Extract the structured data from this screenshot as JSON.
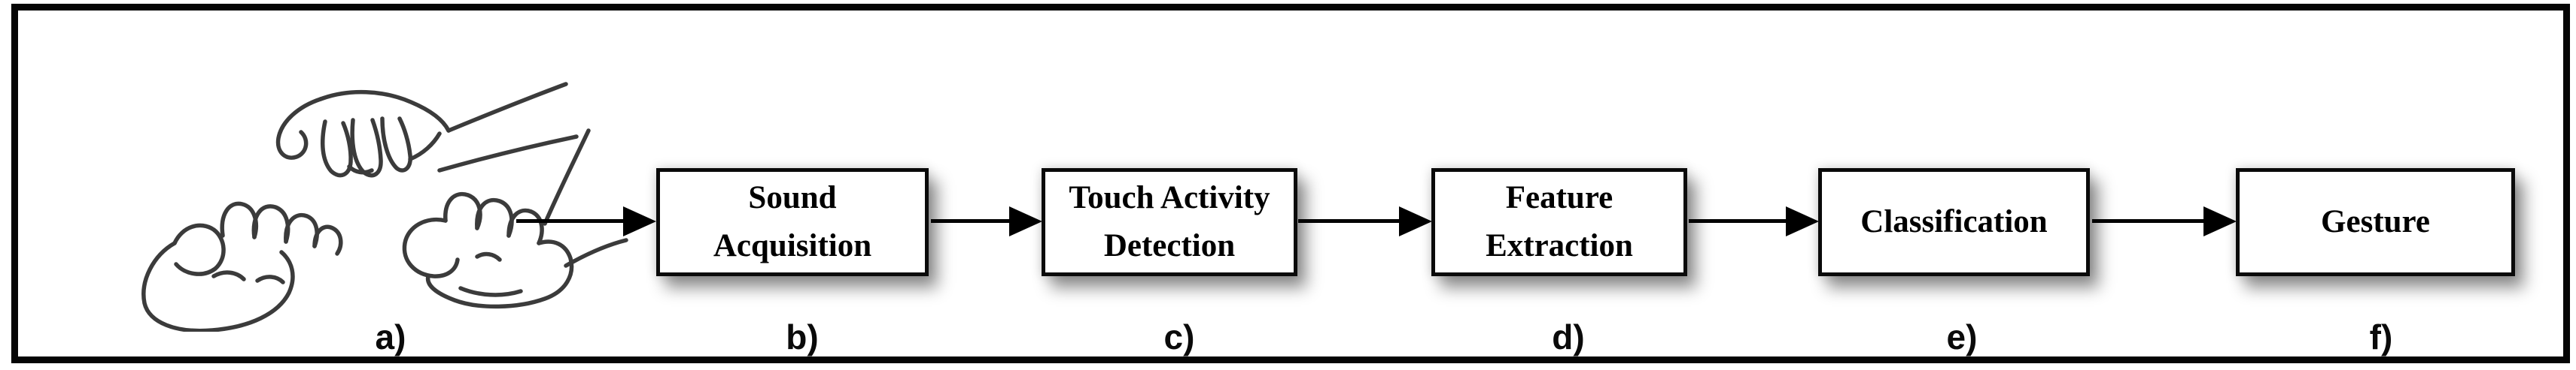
{
  "figure": {
    "type": "flow-diagram",
    "stages": [
      {
        "id": "a",
        "label": "a)",
        "kind": "illustration",
        "icon": "hand-gestures-sketch-icon"
      },
      {
        "id": "b",
        "label": "b)",
        "kind": "process-box",
        "title": "Sound Acquisition",
        "lines": [
          "Sound",
          "Acquisition"
        ]
      },
      {
        "id": "c",
        "label": "c)",
        "kind": "process-box",
        "title": "Touch Activity Detection",
        "lines": [
          "Touch Activity",
          "Detection"
        ]
      },
      {
        "id": "d",
        "label": "d)",
        "kind": "process-box",
        "title": "Feature Extraction",
        "lines": [
          "Feature",
          "Extraction"
        ]
      },
      {
        "id": "e",
        "label": "e)",
        "kind": "process-box",
        "title": "Classification",
        "lines": [
          "Classification"
        ]
      },
      {
        "id": "f",
        "label": "f)",
        "kind": "process-box",
        "title": "Gesture",
        "lines": [
          "Gesture"
        ]
      }
    ],
    "connections": [
      {
        "from": "a",
        "to": "b"
      },
      {
        "from": "b",
        "to": "c"
      },
      {
        "from": "c",
        "to": "d"
      },
      {
        "from": "d",
        "to": "e"
      },
      {
        "from": "e",
        "to": "f"
      }
    ],
    "colors": {
      "frame_border": "#050505",
      "box_border": "#0a0a0a",
      "box_background": "#ffffff",
      "text": "#000000",
      "arrow": "#000000",
      "sketch_stroke": "#3b3b3b"
    }
  }
}
